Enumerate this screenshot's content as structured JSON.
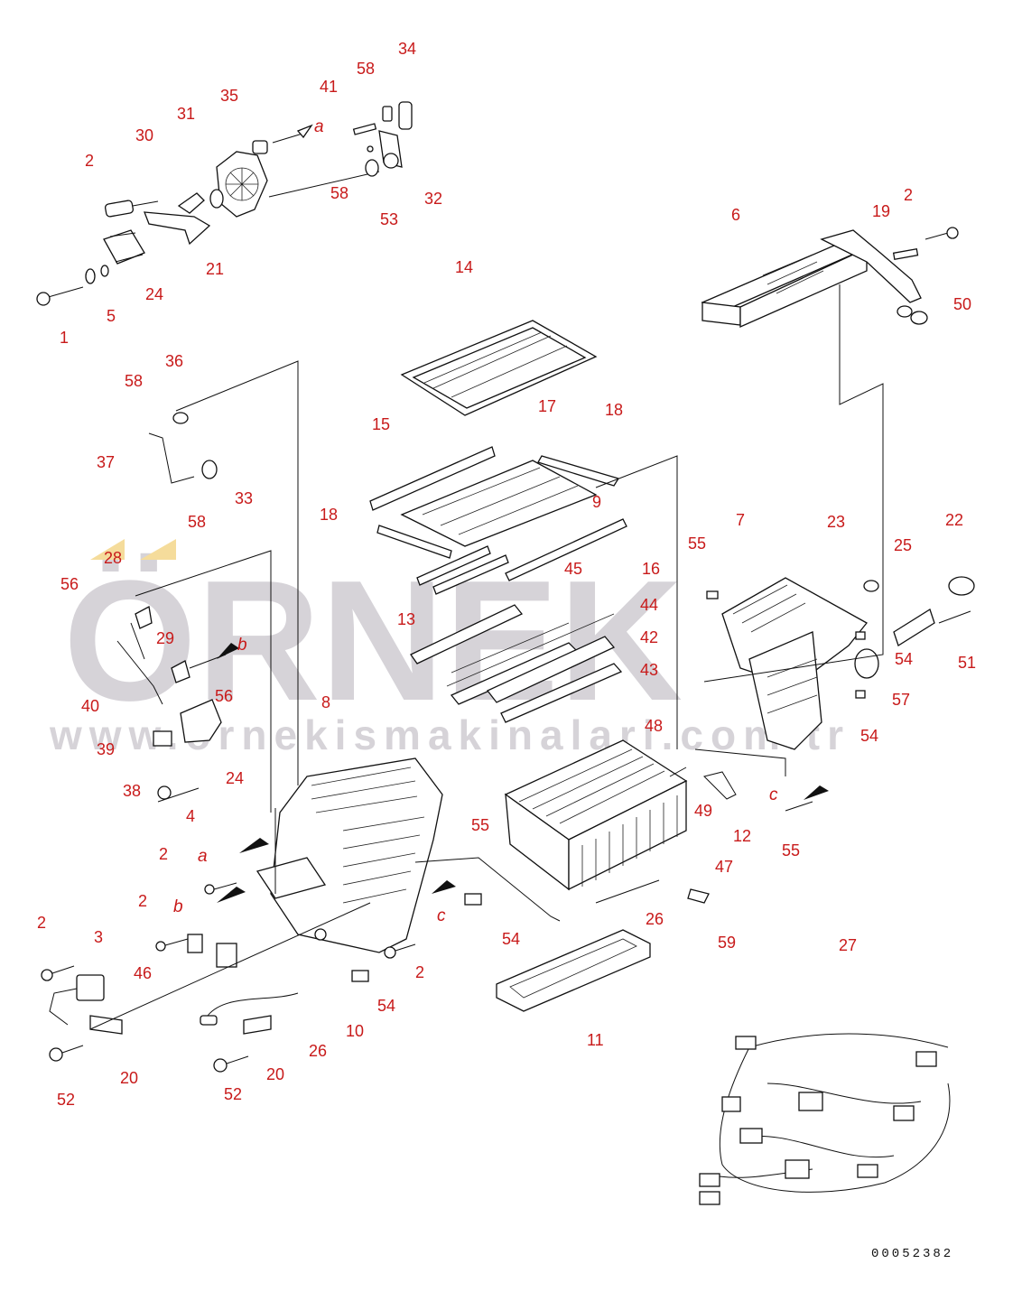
{
  "watermark": {
    "brand": "ÖRNEK",
    "url": "www.ornekismakinalari.com.tr",
    "color": "#c9c6cc"
  },
  "document_number": "00052382",
  "callout_color": "#c81a1a",
  "callouts": [
    {
      "id": "c34a",
      "label": "34"
    },
    {
      "id": "c58a",
      "label": "58"
    },
    {
      "id": "c41",
      "label": "41"
    },
    {
      "id": "c35",
      "label": "35"
    },
    {
      "id": "c31",
      "label": "31"
    },
    {
      "id": "c30",
      "label": "30"
    },
    {
      "id": "c2a",
      "label": "2"
    },
    {
      "id": "c58b",
      "label": "58"
    },
    {
      "id": "c32",
      "label": "32"
    },
    {
      "id": "c53",
      "label": "53"
    },
    {
      "id": "c21",
      "label": "21"
    },
    {
      "id": "c24a",
      "label": "24"
    },
    {
      "id": "c5",
      "label": "5"
    },
    {
      "id": "c1",
      "label": "1"
    },
    {
      "id": "c6",
      "label": "6"
    },
    {
      "id": "c19",
      "label": "19"
    },
    {
      "id": "c2b",
      "label": "2"
    },
    {
      "id": "c50",
      "label": "50"
    },
    {
      "id": "c14",
      "label": "14"
    },
    {
      "id": "c36",
      "label": "36"
    },
    {
      "id": "c58c",
      "label": "58"
    },
    {
      "id": "c37",
      "label": "37"
    },
    {
      "id": "c33",
      "label": "33"
    },
    {
      "id": "c58d",
      "label": "58"
    },
    {
      "id": "c15",
      "label": "15"
    },
    {
      "id": "c17",
      "label": "17"
    },
    {
      "id": "c18a",
      "label": "18"
    },
    {
      "id": "c9",
      "label": "9"
    },
    {
      "id": "c18b",
      "label": "18"
    },
    {
      "id": "c16",
      "label": "16"
    },
    {
      "id": "c13",
      "label": "13"
    },
    {
      "id": "c45",
      "label": "45"
    },
    {
      "id": "c44",
      "label": "44"
    },
    {
      "id": "c42",
      "label": "42"
    },
    {
      "id": "c43",
      "label": "43"
    },
    {
      "id": "c28",
      "label": "28"
    },
    {
      "id": "c56a",
      "label": "56"
    },
    {
      "id": "c29",
      "label": "29"
    },
    {
      "id": "c40",
      "label": "40"
    },
    {
      "id": "c56b",
      "label": "56"
    },
    {
      "id": "c39",
      "label": "39"
    },
    {
      "id": "c38",
      "label": "38"
    },
    {
      "id": "c24b",
      "label": "24"
    },
    {
      "id": "c4",
      "label": "4"
    },
    {
      "id": "c8",
      "label": "8"
    },
    {
      "id": "c55a",
      "label": "55"
    },
    {
      "id": "c7",
      "label": "7"
    },
    {
      "id": "c23",
      "label": "23"
    },
    {
      "id": "c22",
      "label": "22"
    },
    {
      "id": "c25",
      "label": "25"
    },
    {
      "id": "c54a",
      "label": "54"
    },
    {
      "id": "c51",
      "label": "51"
    },
    {
      "id": "c57",
      "label": "57"
    },
    {
      "id": "c54b",
      "label": "54"
    },
    {
      "id": "c48",
      "label": "48"
    },
    {
      "id": "c49",
      "label": "49"
    },
    {
      "id": "c12",
      "label": "12"
    },
    {
      "id": "c55b",
      "label": "55"
    },
    {
      "id": "c55c",
      "label": "55"
    },
    {
      "id": "c47",
      "label": "47"
    },
    {
      "id": "c2c",
      "label": "2"
    },
    {
      "id": "c2d",
      "label": "2"
    },
    {
      "id": "c2e",
      "label": "2"
    },
    {
      "id": "c3",
      "label": "3"
    },
    {
      "id": "c46",
      "label": "46"
    },
    {
      "id": "c54c",
      "label": "54"
    },
    {
      "id": "c54d",
      "label": "54"
    },
    {
      "id": "c2f",
      "label": "2"
    },
    {
      "id": "c26a",
      "label": "26"
    },
    {
      "id": "c59",
      "label": "59"
    },
    {
      "id": "c27",
      "label": "27"
    },
    {
      "id": "c10",
      "label": "10"
    },
    {
      "id": "c26b",
      "label": "26"
    },
    {
      "id": "c11",
      "label": "11"
    },
    {
      "id": "c20a",
      "label": "20"
    },
    {
      "id": "c20b",
      "label": "20"
    },
    {
      "id": "c52a",
      "label": "52"
    },
    {
      "id": "c52b",
      "label": "52"
    }
  ],
  "reference_marks": [
    {
      "id": "ra1",
      "label": "a"
    },
    {
      "id": "rb1",
      "label": "b"
    },
    {
      "id": "ra2",
      "label": "a"
    },
    {
      "id": "rb2",
      "label": "b"
    },
    {
      "id": "rc1",
      "label": "c"
    },
    {
      "id": "rc2",
      "label": "c"
    }
  ]
}
